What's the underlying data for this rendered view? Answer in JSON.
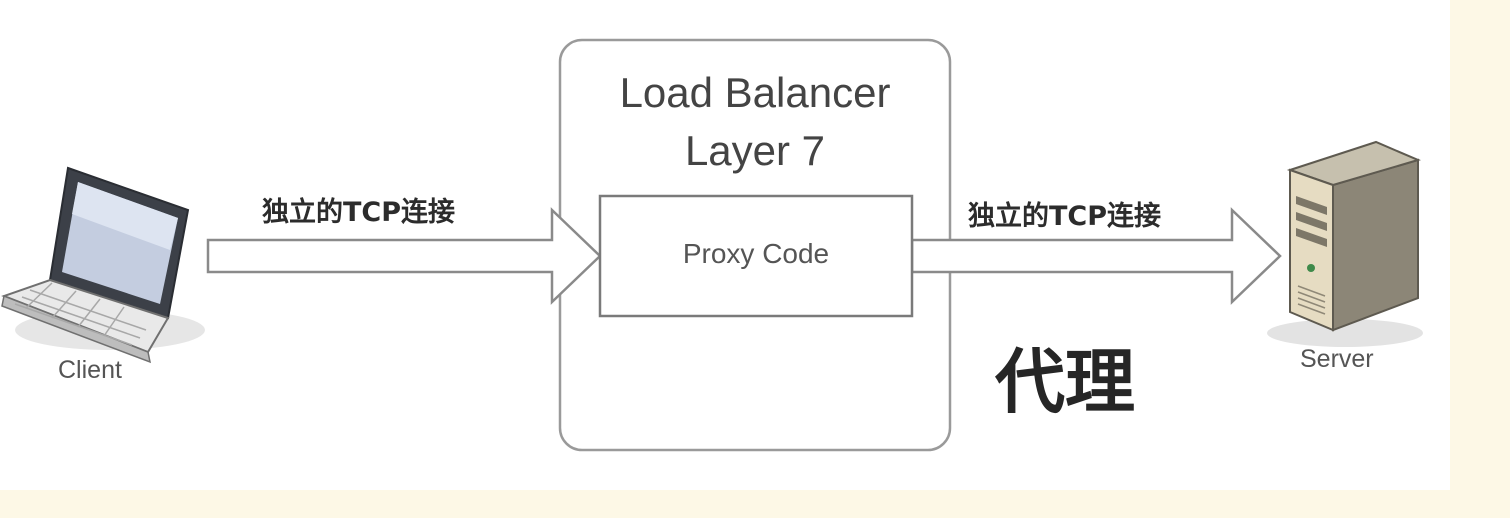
{
  "load_balancer": {
    "title_line1": "Load Balancer",
    "title_line2": "Layer 7",
    "inner_label": "Proxy Code"
  },
  "connections": {
    "left_label": "独立的TCP连接",
    "right_label": "独立的TCP连接"
  },
  "client": {
    "label": "Client",
    "icon": "laptop-icon"
  },
  "server": {
    "label": "Server",
    "icon": "server-tower-icon"
  },
  "caption": "代理",
  "colors": {
    "page_background": "#fdf8e6",
    "canvas": "#ffffff",
    "outline": "#8a8a8a",
    "text": "#3a3a3a"
  }
}
